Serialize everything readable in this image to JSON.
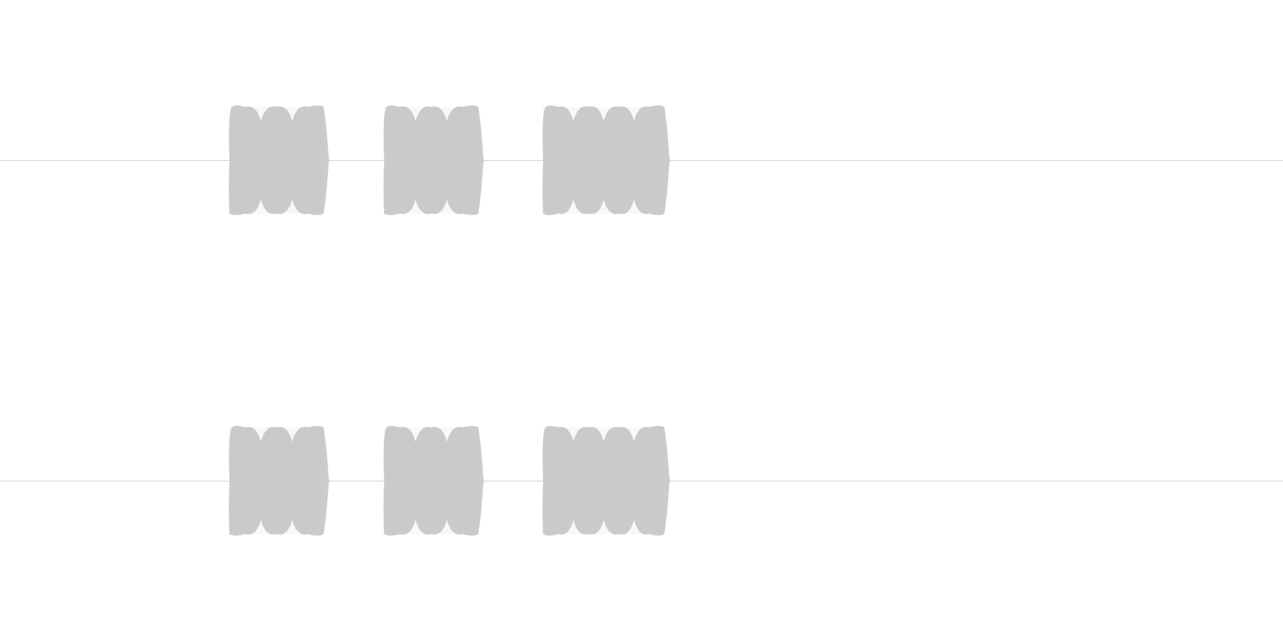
{
  "waveform": {
    "channel_count": 2,
    "colors": {
      "background": "#ffffff",
      "waveform_fill": "#cccccc",
      "waveform_line": "#c4c4c4",
      "baseline": "#d0d0d0"
    },
    "channels": [
      {
        "id": "channel-1",
        "bursts": [
          {
            "lobes": 3
          },
          {
            "lobes": 3
          },
          {
            "lobes": 4
          }
        ]
      },
      {
        "id": "channel-2",
        "bursts": [
          {
            "lobes": 3
          },
          {
            "lobes": 3
          },
          {
            "lobes": 4
          }
        ]
      }
    ]
  }
}
